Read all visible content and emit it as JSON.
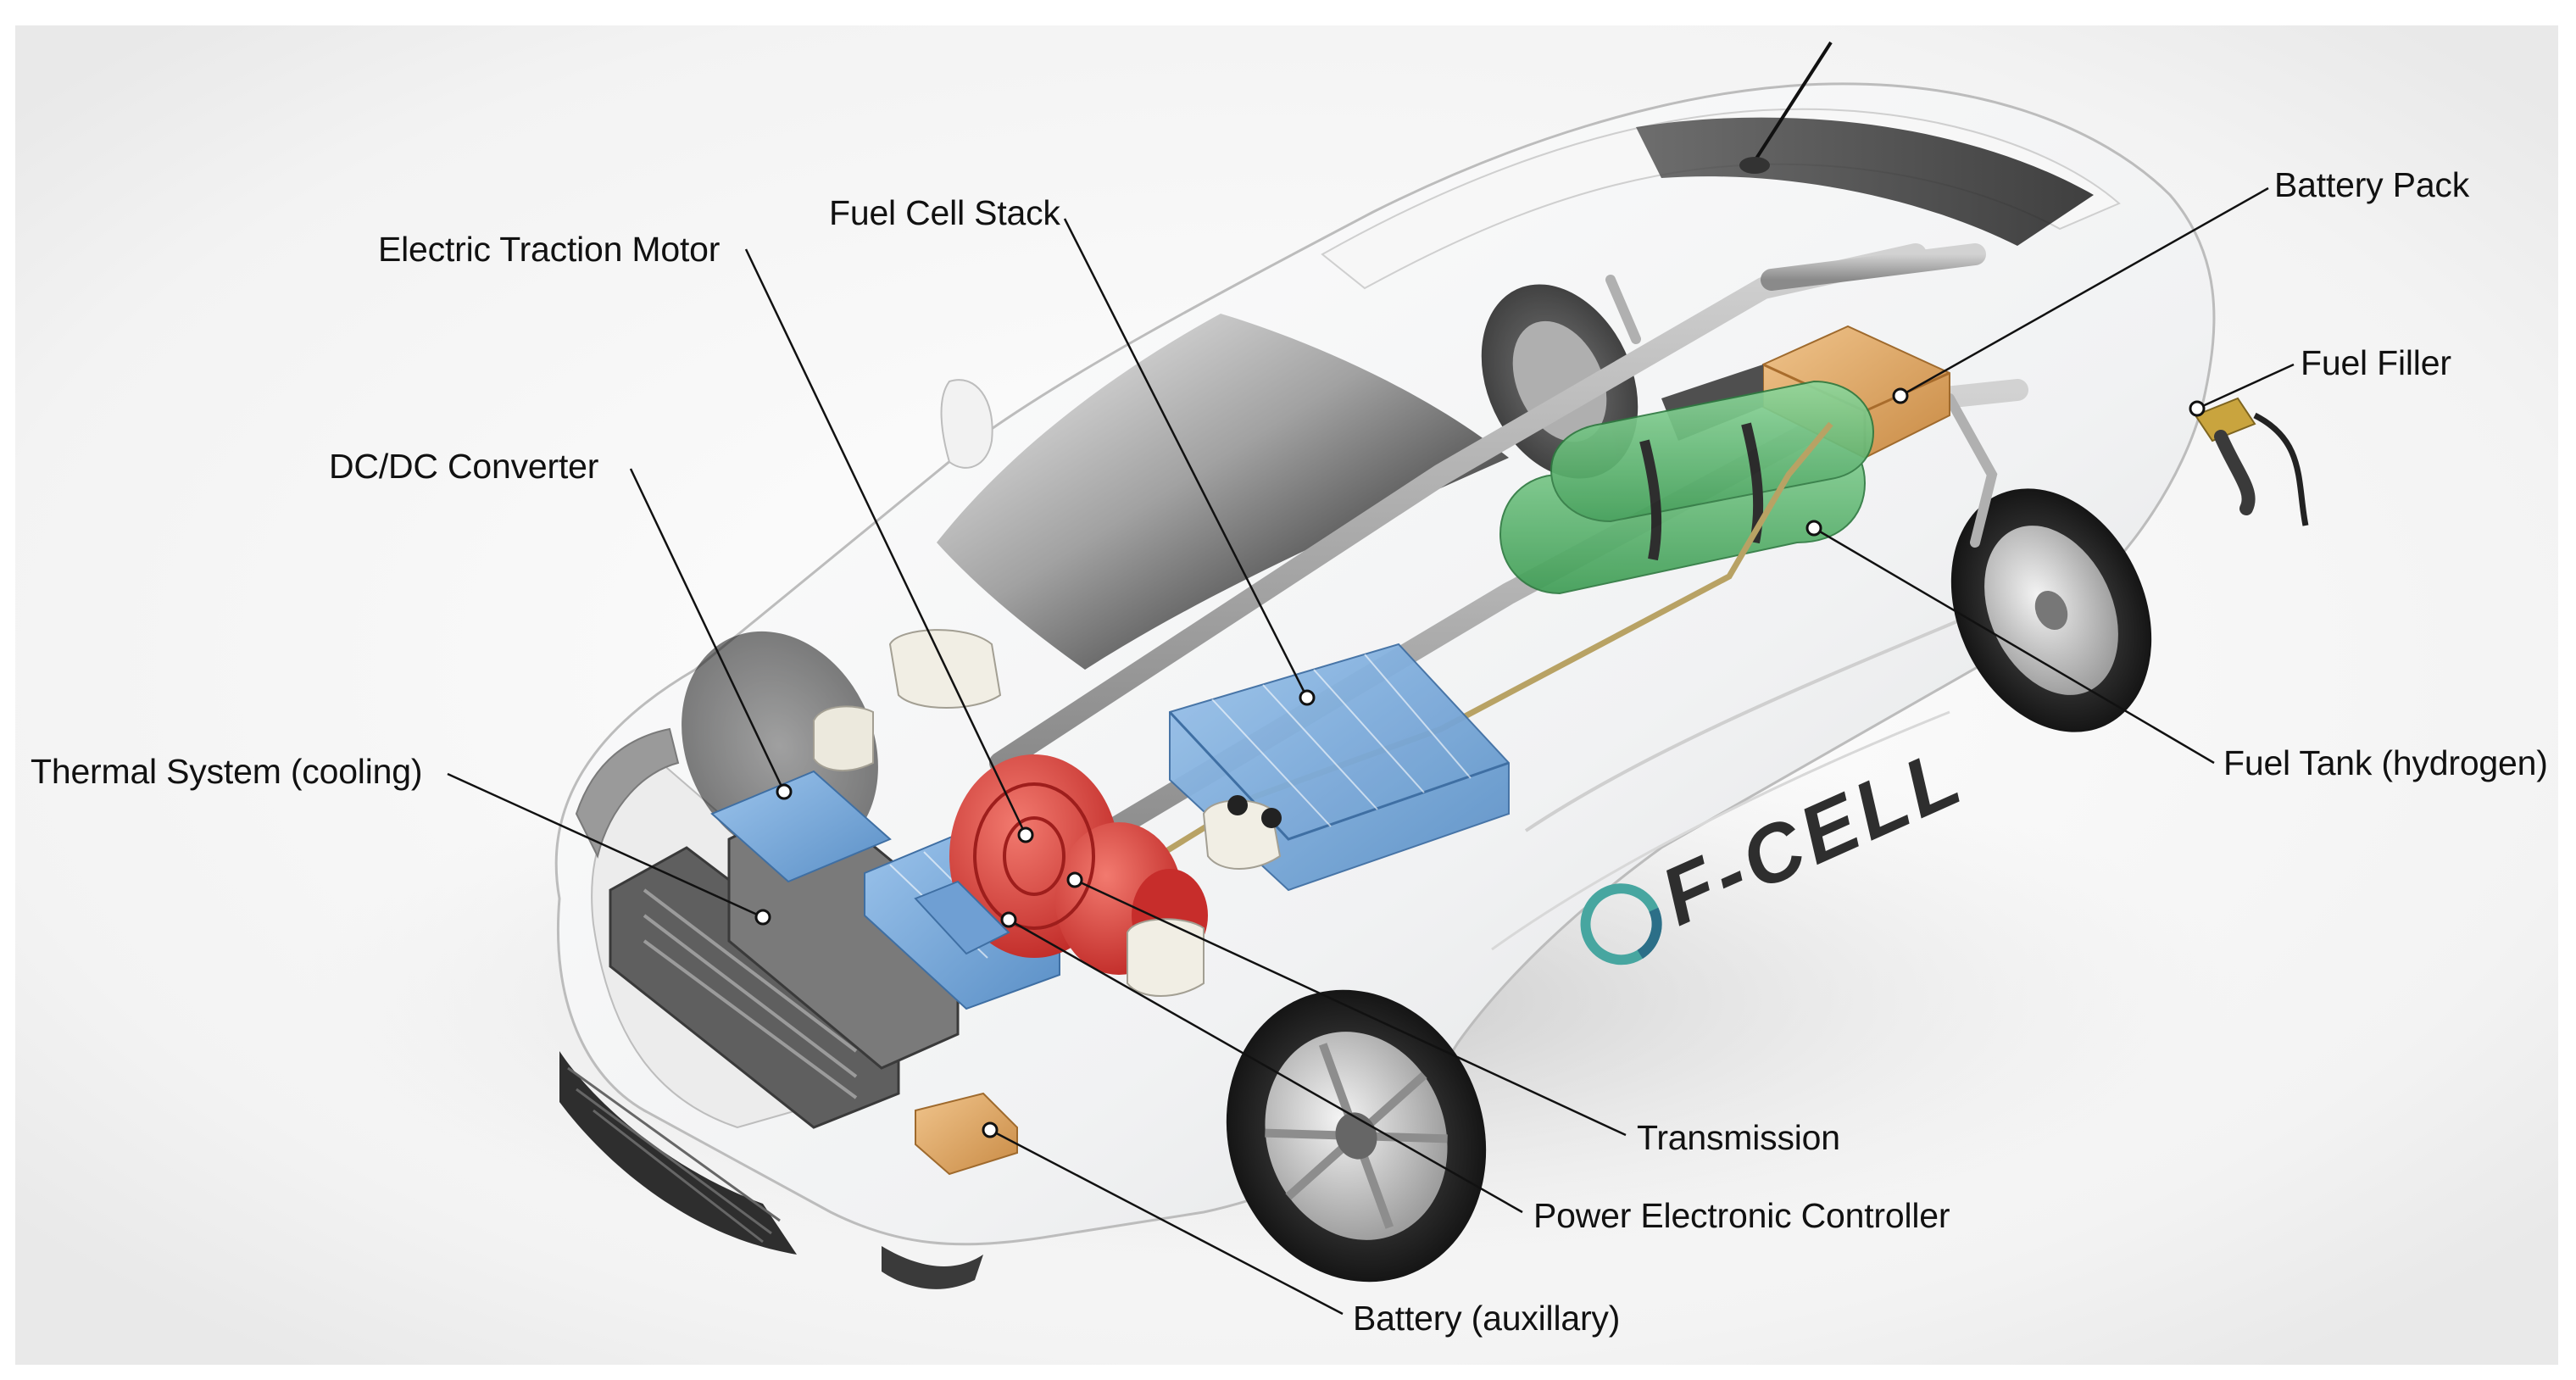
{
  "diagram": {
    "callouts": {
      "battery_pack": "Battery Pack",
      "fuel_filler": "Fuel Filler",
      "fuel_cell_stack": "Fuel Cell Stack",
      "electric_traction_motor": "Electric Traction Motor",
      "dcdc_converter": "DC/DC Converter",
      "thermal_system": "Thermal System (cooling)",
      "fuel_tank": "Fuel Tank (hydrogen)",
      "transmission": "Transmission",
      "power_electronic_controller": "Power Electronic Controller",
      "battery_auxiliary": "Battery (auxillary)"
    },
    "vehicle_logo_text": "F-CELL",
    "component_colors": {
      "fuel_cell_stack": "#6fa4d8",
      "electric_traction_motor": "#d93a35",
      "fuel_tank": "#55b267",
      "battery_pack": "#d09a55",
      "battery_auxiliary": "#d6a062",
      "thermal_system": "#6c6c6c",
      "leader_lines": "#111111"
    }
  }
}
